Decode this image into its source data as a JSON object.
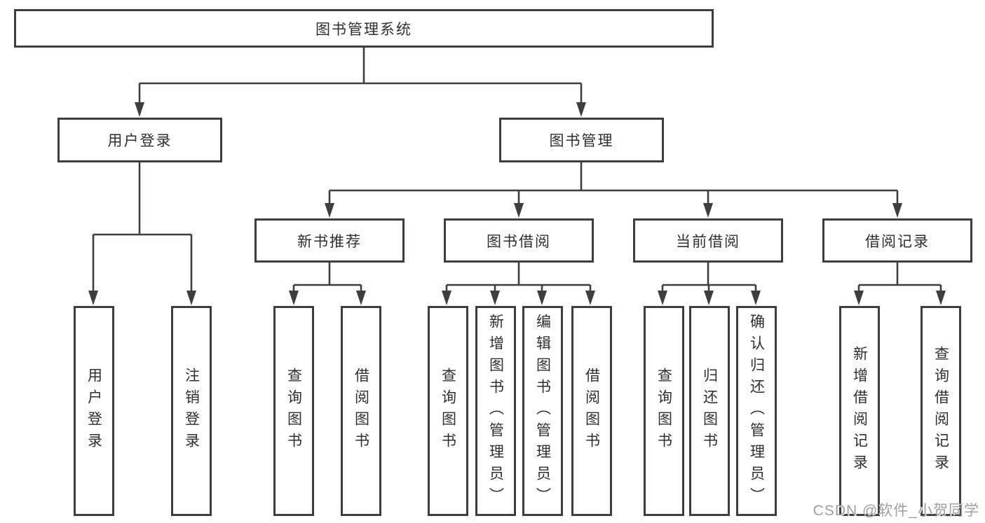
{
  "diagram": {
    "title": "图书管理系统",
    "type": "tree-structure-diagram",
    "colors": {
      "line": "#3e3e3e",
      "text": "#2f2f2f",
      "box_bg": "#ffffff",
      "watermark": "#9f9f9f"
    },
    "hierarchy": {
      "label": "图书管理系统",
      "children": [
        {
          "label": "用户登录",
          "children": [
            {
              "label": "用户登录"
            },
            {
              "label": "注销登录"
            }
          ]
        },
        {
          "label": "图书管理",
          "children": [
            {
              "label": "新书推荐",
              "children": [
                {
                  "label": "查询图书"
                },
                {
                  "label": "借阅图书"
                }
              ]
            },
            {
              "label": "图书借阅",
              "children": [
                {
                  "label": "查询图书"
                },
                {
                  "label": "新增图书（管理员）"
                },
                {
                  "label": "编辑图书（管理员）"
                },
                {
                  "label": "借阅图书"
                }
              ]
            },
            {
              "label": "当前借阅",
              "children": [
                {
                  "label": "查询图书"
                },
                {
                  "label": "归还图书"
                },
                {
                  "label": "确认归还（管理员）"
                }
              ]
            },
            {
              "label": "借阅记录",
              "children": [
                {
                  "label": "新增借阅记录"
                },
                {
                  "label": "查询借阅记录"
                }
              ]
            }
          ]
        }
      ]
    }
  },
  "nodes": {
    "root": "图书管理系统",
    "user_login": "用户登录",
    "book_mgmt": "图书管理",
    "new_book_rec": "新书推荐",
    "book_borrow": "图书借阅",
    "current_borrow": "当前借阅",
    "borrow_records": "借阅记录",
    "ul1": "用户登录",
    "ul2": "注销登录",
    "nb1": "查询图书",
    "nb2": "借阅图书",
    "bb1": "查询图书",
    "bb2": "新增图书（管理员）",
    "bb3": "编辑图书（管理员）",
    "bb4": "借阅图书",
    "cb1": "查询图书",
    "cb2": "归还图书",
    "cb3": "确认归还（管理员）",
    "br1": "新增借阅记录",
    "br2": "查询借阅记录"
  },
  "watermark": {
    "text": "CSDN @软件_小贺同学"
  }
}
